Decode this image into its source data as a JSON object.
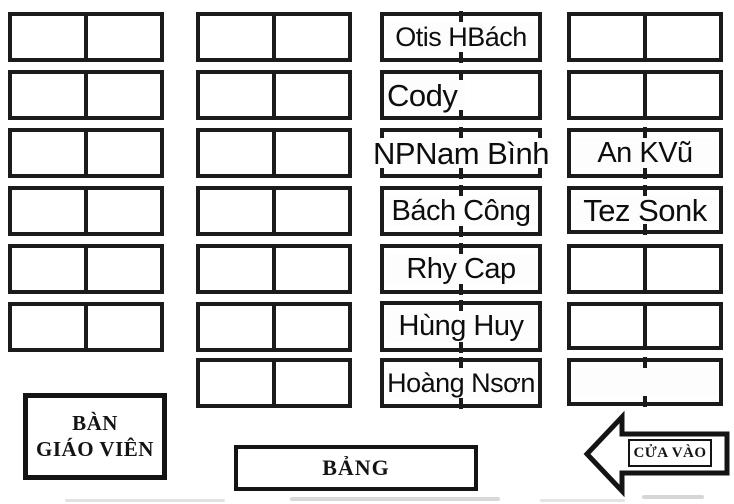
{
  "page": {
    "kind": "classroom seating chart",
    "colors": {
      "ink": "#1b1b1b",
      "paper": "#ffffff"
    }
  },
  "labels": {
    "teacher_desk_line1": "BÀN",
    "teacher_desk_line2": "GIÁO VIÊN",
    "board": "BẢNG",
    "entrance": "CỬA VÀO"
  },
  "icons": {
    "entrance_arrow": "left-arrow"
  },
  "seating": {
    "columns": [
      {
        "id": "column-1",
        "desks": [
          {
            "name": ""
          },
          {
            "name": ""
          },
          {
            "name": ""
          },
          {
            "name": ""
          },
          {
            "name": ""
          },
          {
            "name": ""
          }
        ]
      },
      {
        "id": "column-2",
        "desks": [
          {
            "name": ""
          },
          {
            "name": ""
          },
          {
            "name": ""
          },
          {
            "name": ""
          },
          {
            "name": ""
          },
          {
            "name": ""
          },
          {
            "name": ""
          }
        ]
      },
      {
        "id": "column-3",
        "desks": [
          {
            "name": "Otis HBách"
          },
          {
            "name": "Cody"
          },
          {
            "name": "NPNam Bình"
          },
          {
            "name": "Bách Công"
          },
          {
            "name": "Rhy Cap"
          },
          {
            "name": "Hùng Huy"
          },
          {
            "name": "Hoàng Nsơn"
          }
        ]
      },
      {
        "id": "column-4",
        "desks": [
          {
            "name": ""
          },
          {
            "name": ""
          },
          {
            "name": "An KVũ"
          },
          {
            "name": "Tez Sonk"
          },
          {
            "name": ""
          },
          {
            "name": ""
          },
          {
            "name": ""
          }
        ]
      }
    ]
  }
}
